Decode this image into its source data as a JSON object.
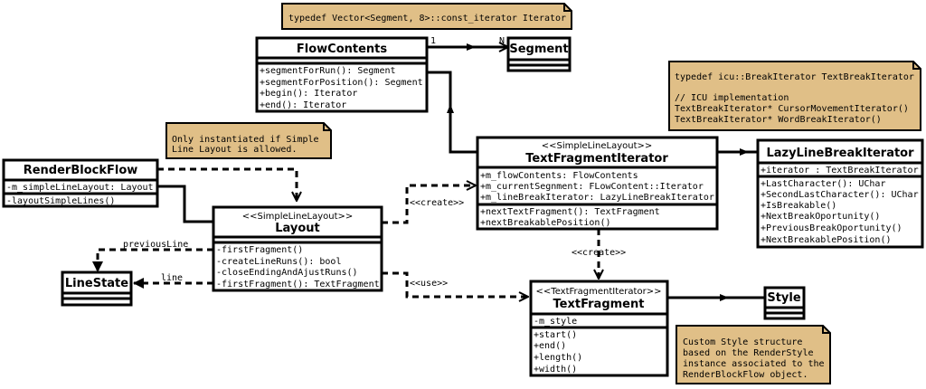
{
  "notes": {
    "typedef_iterator": {
      "lines": [
        "typedef Vector<Segment, 8>::const_iterator Iterator"
      ],
      "fill": "#e0bf87"
    },
    "icu_note": {
      "lines": [
        "typedef icu::BreakIterator TextBreakIterator",
        "",
        "// ICU implementation",
        "TextBreakIterator* CursorMovementIterator()",
        "TextBreakIterator* WordBreakIterator()"
      ],
      "fill": "#e0bf87"
    },
    "simple_line": {
      "lines": [
        "Only instantiated if Simple",
        "Line Layout is allowed."
      ],
      "fill": "#e0bf87"
    },
    "style_note": {
      "lines": [
        "Custom Style structure",
        "based on the RenderStyle",
        "instance associated to the",
        "RenderBlockFlow object."
      ],
      "fill": "#e0bf87"
    }
  },
  "classes": {
    "flow_contents": {
      "name": "FlowContents",
      "stereotype": "",
      "attributes": [],
      "operations": [
        "+segmentForRun(): Segment",
        "+segmentForPosition(): Segment",
        "+begin(): Iterator",
        "+end(): Iterator"
      ]
    },
    "segment": {
      "name": "Segment",
      "stereotype": "",
      "attributes": [],
      "operations": []
    },
    "render_block_flow": {
      "name": "RenderBlockFlow",
      "stereotype": "",
      "attributes": [
        "-m_simpleLineLayout: Layout"
      ],
      "operations": [
        "-layoutSimpleLines()"
      ]
    },
    "text_fragment_iterator": {
      "name": "TextFragmentIterator",
      "stereotype": "<<SimpleLineLayout>>",
      "attributes": [
        "+m_flowContents: FlowContents",
        "+m_currentSegnment: FLowContent::Iterator",
        "+m_lineBreakIterator: LazyLineBreakIterator"
      ],
      "operations": [
        "+nextTextFragment(): TextFragment",
        "+nextBreakablePosition()"
      ]
    },
    "lazy_line_break_iterator": {
      "name": "LazyLineBreakIterator",
      "stereotype": "",
      "attributes": [
        "+iterator : TextBreakIterator"
      ],
      "operations": [
        "+LastCharacter(): UChar",
        "+SecondLastCharacter(): UChar",
        "+IsBreakable()",
        "+NextBreakOportunity()",
        "+PreviousBreakOportunity()",
        "+NextBreakablePosition()"
      ]
    },
    "layout": {
      "name": "Layout",
      "stereotype": "<<SimpleLineLayout>>",
      "attributes": [],
      "operations": [
        "-firstFragment()",
        "-createLineRuns(): bool",
        "-closeEndingAndAjustRuns()",
        "-firstFragment(): TextFragment"
      ]
    },
    "line_state": {
      "name": "LineState",
      "stereotype": "",
      "attributes": [],
      "operations": []
    },
    "text_fragment": {
      "name": "TextFragment",
      "stereotype": "<<TextFragmentIterator>>",
      "attributes": [
        "-m_style"
      ],
      "operations": [
        "+start()",
        "+end()",
        "+length()",
        "+width()"
      ]
    },
    "style": {
      "name": "Style",
      "stereotype": "",
      "attributes": [],
      "operations": []
    }
  },
  "relations": {
    "flow_segment": {
      "source_mult": "1",
      "target_mult": "N"
    },
    "create_iterator": {
      "label": "<<create>>"
    },
    "create_fragment": {
      "label": "<<create>>"
    },
    "use_fragment": {
      "label": "<<use>>"
    },
    "previous_line": {
      "label": "previousLine"
    },
    "line": {
      "label": "line"
    }
  }
}
